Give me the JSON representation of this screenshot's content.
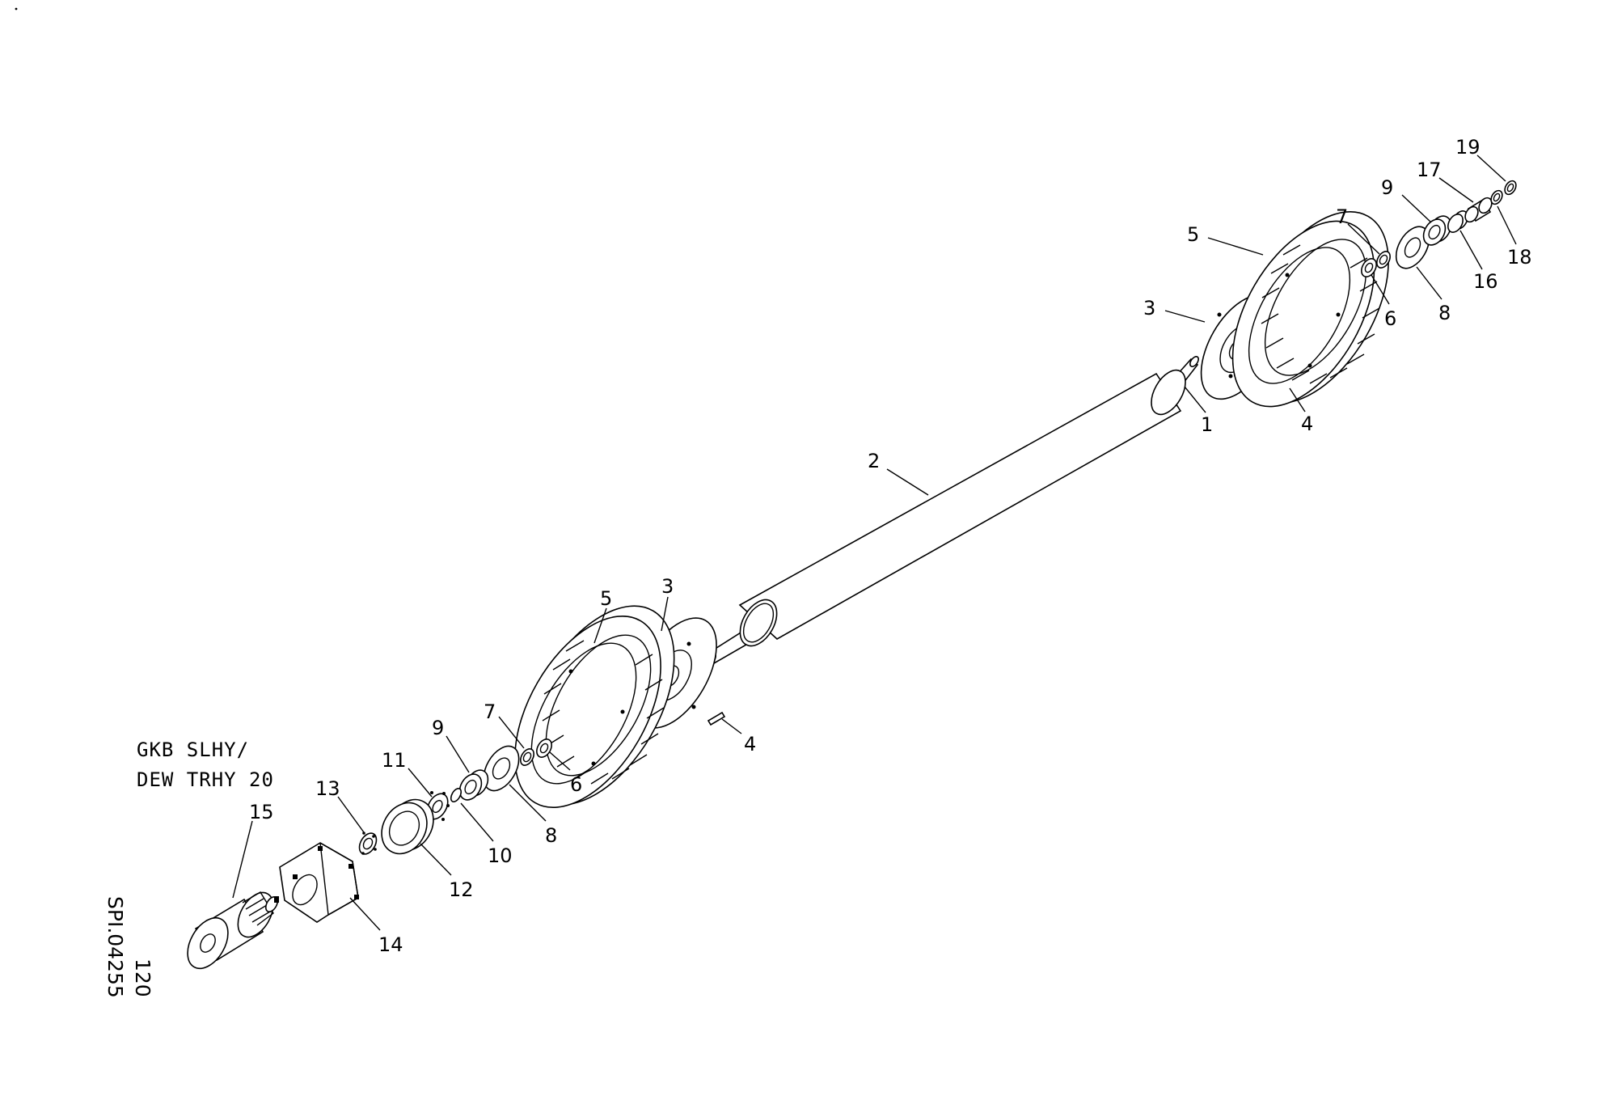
{
  "title": {
    "line1": "GKB SLHY/",
    "line2": "DEW TRHY 20"
  },
  "drawing_number": "SPI.04255",
  "sheet_number": "120",
  "colors": {
    "line": "#000000",
    "background": "#ffffff"
  },
  "callouts": {
    "c1": "1",
    "c2": "2",
    "c3_left": "3",
    "c3_right": "3",
    "c4_left": "4",
    "c4_right": "4",
    "c5_left": "5",
    "c5_right": "5",
    "c6_left": "6",
    "c6_right": "6",
    "c7_left": "7",
    "c7_right": "7",
    "c8_left": "8",
    "c8_right": "8",
    "c9_left": "9",
    "c9_right": "9",
    "c10": "10",
    "c11": "11",
    "c12": "12",
    "c13": "13",
    "c14": "14",
    "c15": "15",
    "c16": "16",
    "c17": "17",
    "c18": "18",
    "c19": "19"
  }
}
